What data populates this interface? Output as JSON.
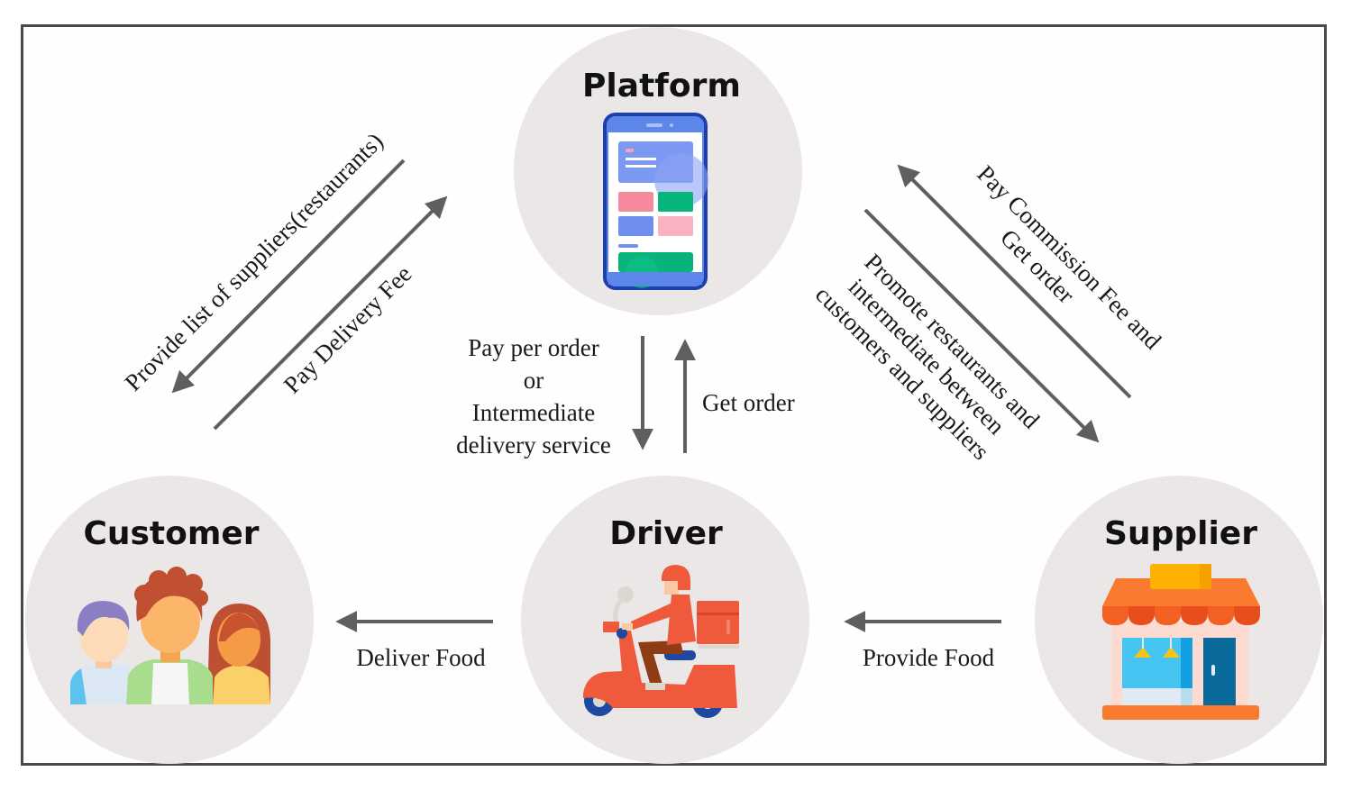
{
  "nodes": {
    "platform": {
      "title": "Platform",
      "icon": "smartphone-app-icon"
    },
    "customer": {
      "title": "Customer",
      "icon": "people-group-icon"
    },
    "driver": {
      "title": "Driver",
      "icon": "delivery-scooter-icon"
    },
    "supplier": {
      "title": "Supplier",
      "icon": "storefront-icon"
    }
  },
  "flows": {
    "platform_to_customer": {
      "from": "Platform",
      "to": "Customer",
      "label": "Provide list of suppliers(restaurants)"
    },
    "customer_to_platform": {
      "from": "Customer",
      "to": "Platform",
      "label": "Pay Delivery Fee"
    },
    "platform_to_driver": {
      "from": "Platform",
      "to": "Driver",
      "lines": [
        "Pay per order",
        "or",
        "Intermediate",
        "delivery service"
      ]
    },
    "driver_to_platform": {
      "from": "Driver",
      "to": "Platform",
      "label": "Get order"
    },
    "supplier_to_platform": {
      "from": "Supplier",
      "to": "Platform",
      "lines": [
        "Pay Commission Fee and",
        "Get order"
      ]
    },
    "platform_to_supplier": {
      "from": "Platform",
      "to": "Supplier",
      "lines": [
        "Promote restaurants and",
        "intermediate between",
        "customers and suppliers"
      ]
    },
    "driver_to_customer": {
      "from": "Driver",
      "to": "Customer",
      "label": "Deliver Food"
    },
    "supplier_to_driver": {
      "from": "Supplier",
      "to": "Driver",
      "label": "Provide Food"
    }
  },
  "colors": {
    "circle_fill": "#ebe7e7",
    "arrow": "#5f5f5f",
    "frame_border": "#4a4a4a",
    "text": "#1a1a1a"
  }
}
